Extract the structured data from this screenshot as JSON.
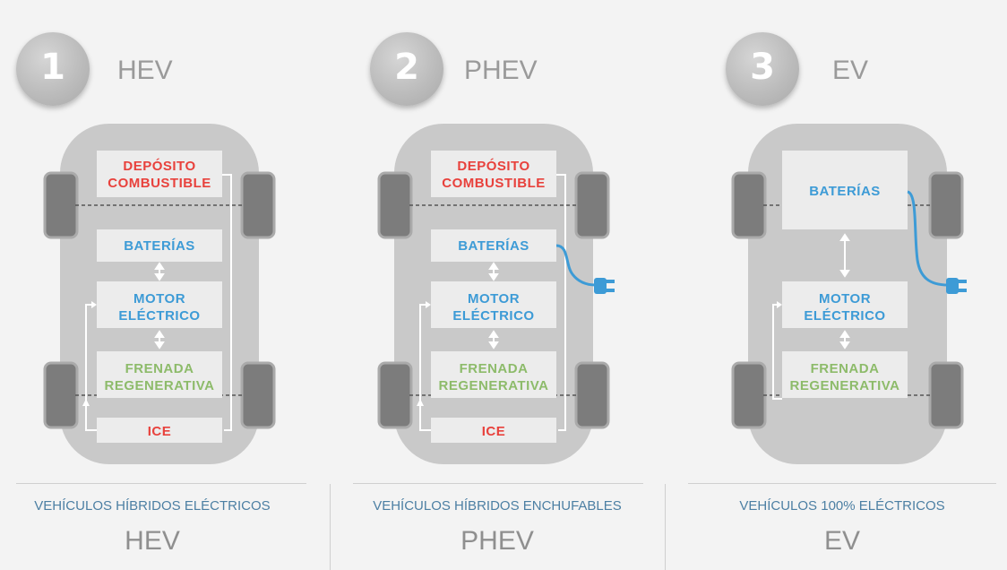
{
  "panels": [
    {
      "number": "1",
      "type_name": "HEV",
      "subtitle": "VEHÍCULOS HÍBRIDOS ELÉCTRICOS",
      "code": "HEV",
      "boxes": {
        "deposito_1": "DEPÓSITO",
        "deposito_2": "COMBUSTIBLE",
        "baterias": "BATERÍAS",
        "motor_1": "MOTOR",
        "motor_2": "ELÉCTRICO",
        "frenada_1": "FRENADA",
        "frenada_2": "REGENERATIVA",
        "ice": "ICE"
      }
    },
    {
      "number": "2",
      "type_name": "PHEV",
      "subtitle": "VEHÍCULOS HÍBRIDOS ENCHUFABLES",
      "code": "PHEV",
      "boxes": {
        "deposito_1": "DEPÓSITO",
        "deposito_2": "COMBUSTIBLE",
        "baterias": "BATERÍAS",
        "motor_1": "MOTOR",
        "motor_2": "ELÉCTRICO",
        "frenada_1": "FRENADA",
        "frenada_2": "REGENERATIVA",
        "ice": "ICE"
      }
    },
    {
      "number": "3",
      "type_name": "EV",
      "subtitle": "VEHÍCULOS 100% ELÉCTRICOS",
      "code": "EV",
      "boxes": {
        "baterias": "BATERÍAS",
        "motor_1": "MOTOR",
        "motor_2": "ELÉCTRICO",
        "frenada_1": "FRENADA",
        "frenada_2": "REGENERATIVA"
      }
    }
  ],
  "colors": {
    "fuel_red": "#e8413c",
    "electric_blue": "#3d9bd6",
    "regen_green": "#8dbb6a",
    "badge_gray": "#b8b8b8",
    "title_gray": "#9a9a9a",
    "subtitle_blue": "#4c7fa3"
  },
  "icons": [
    "plug-icon",
    "double-arrow-icon",
    "circuit-arrow-icon"
  ]
}
